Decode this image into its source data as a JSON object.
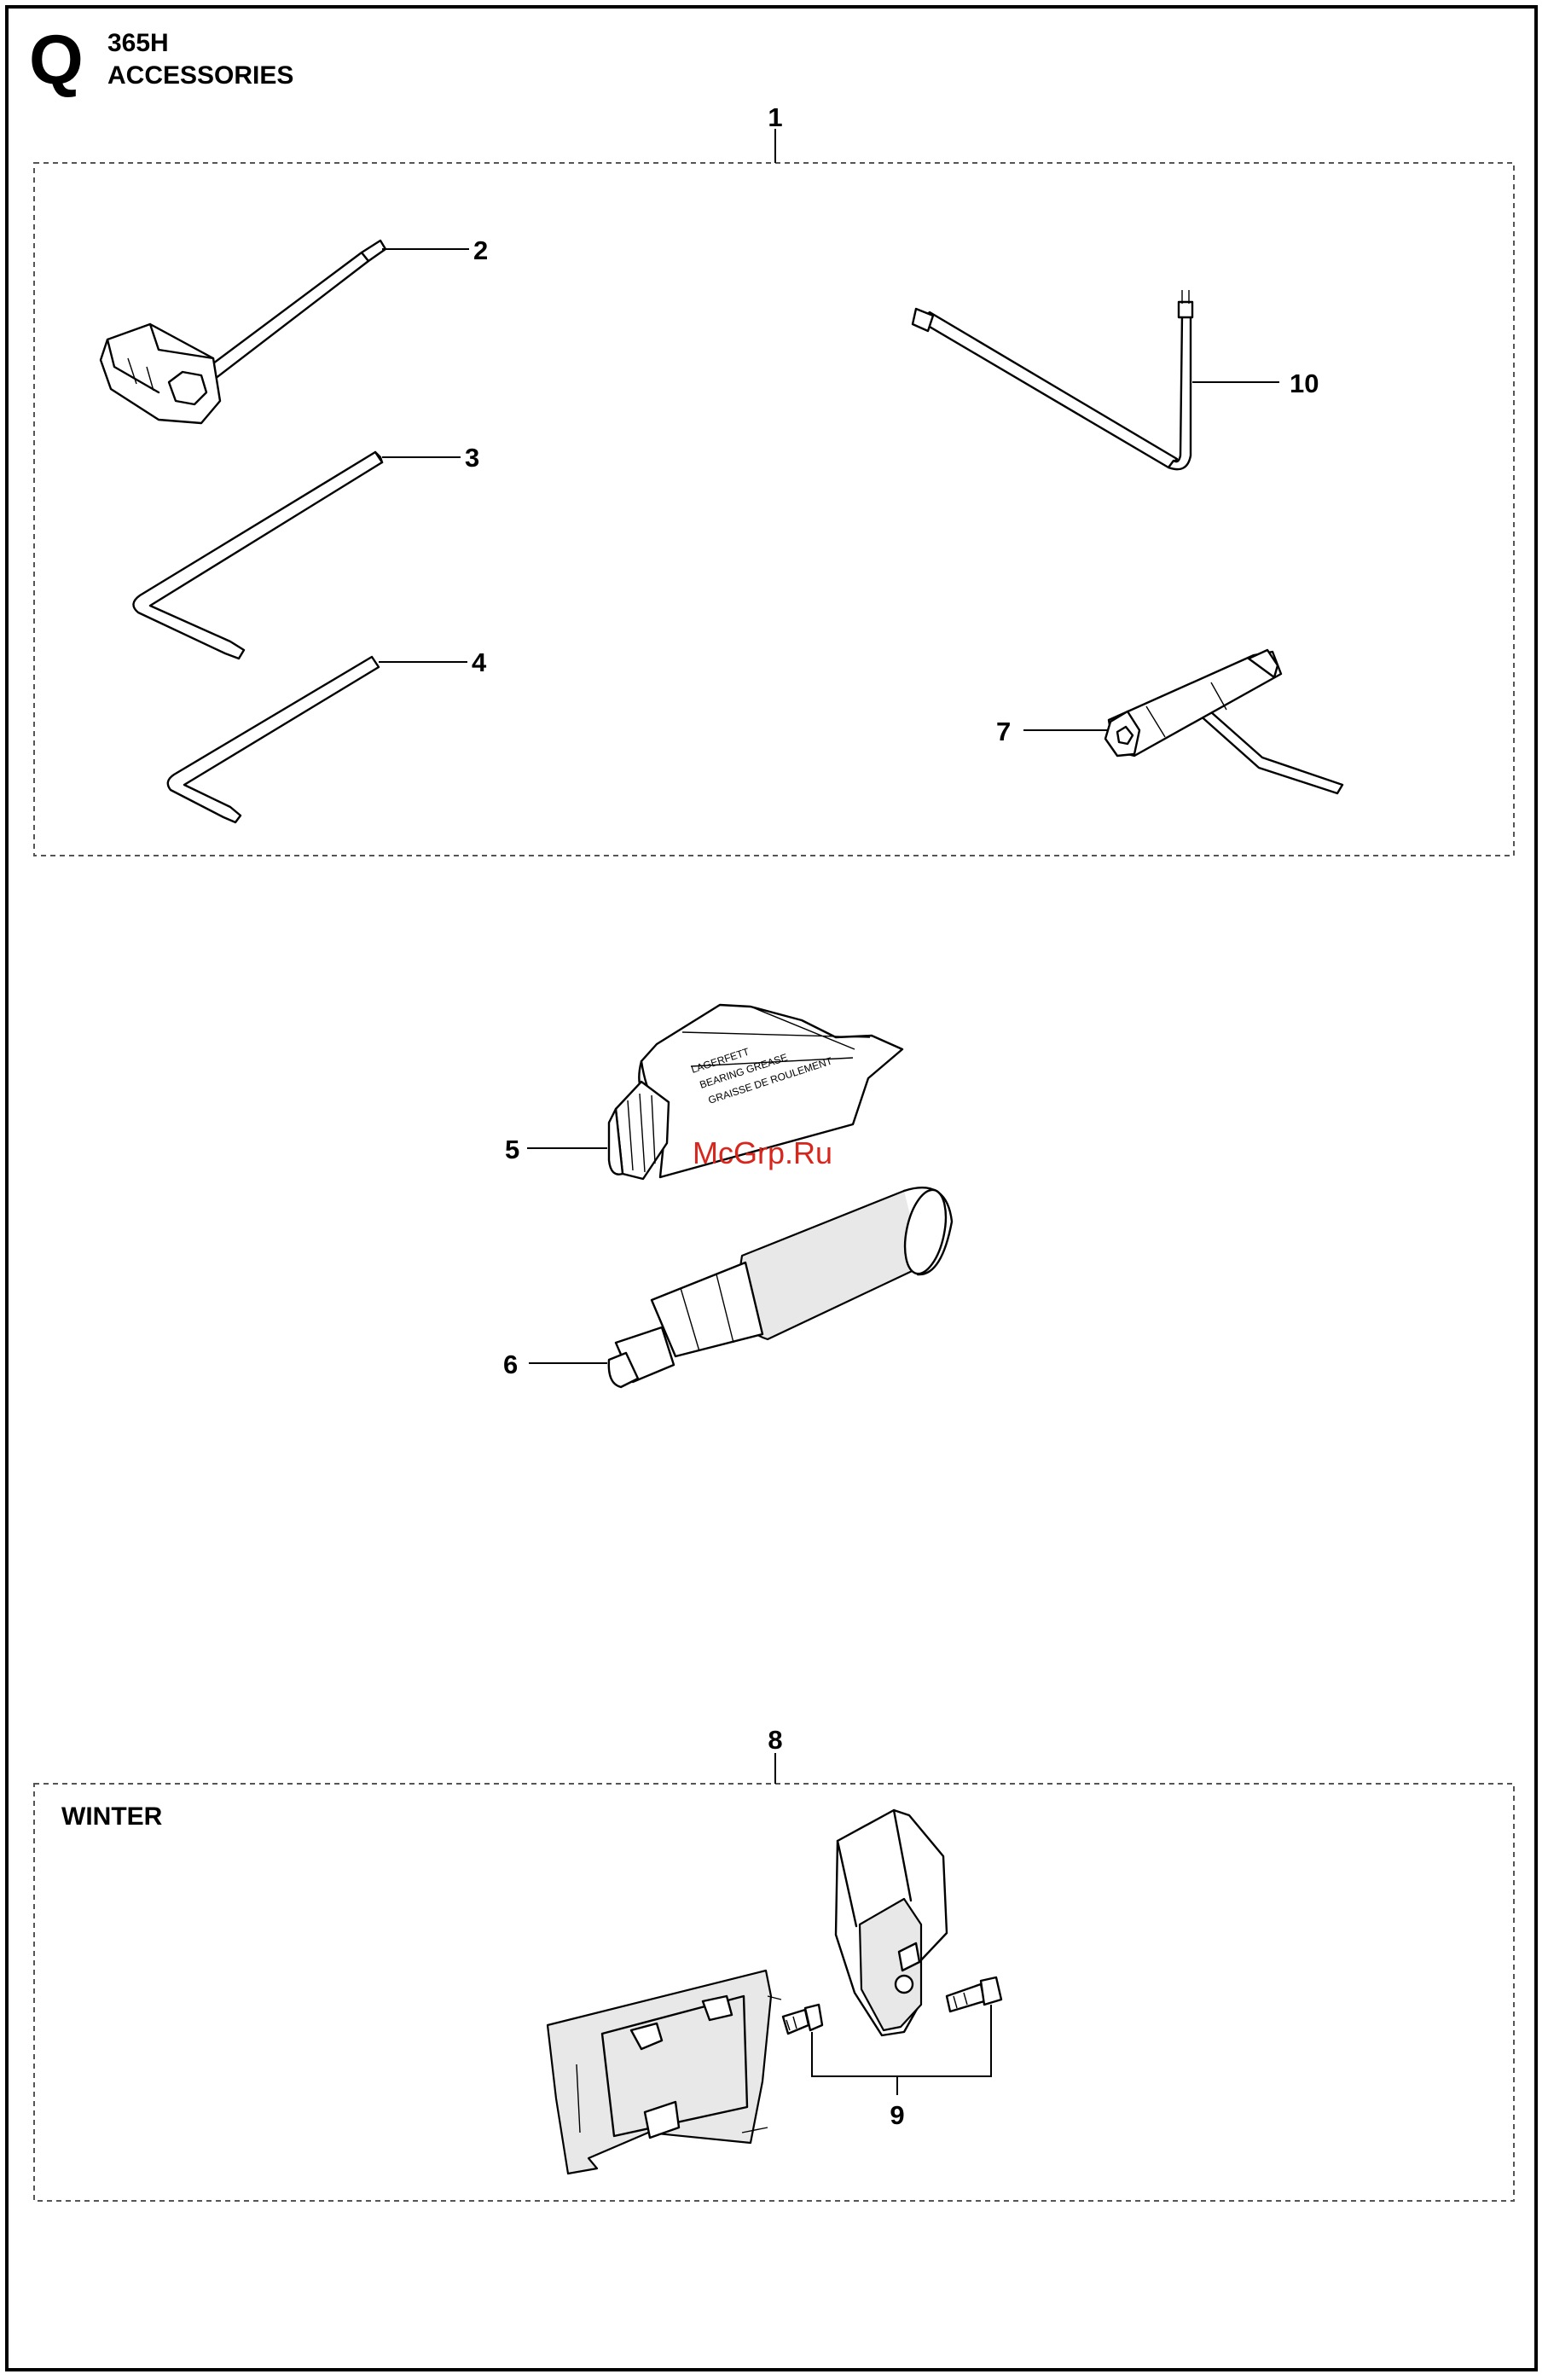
{
  "header": {
    "section_letter": "Q",
    "model": "365H",
    "title": "ACCESSORIES"
  },
  "sections": {
    "winter_label": "WINTER"
  },
  "callouts": {
    "c1": "1",
    "c2": "2",
    "c3": "3",
    "c4": "4",
    "c5": "5",
    "c6": "6",
    "c7": "7",
    "c8": "8",
    "c9": "9",
    "c10": "10"
  },
  "watermark": "McGrp.Ru",
  "colors": {
    "watermark": "#d9261c"
  }
}
